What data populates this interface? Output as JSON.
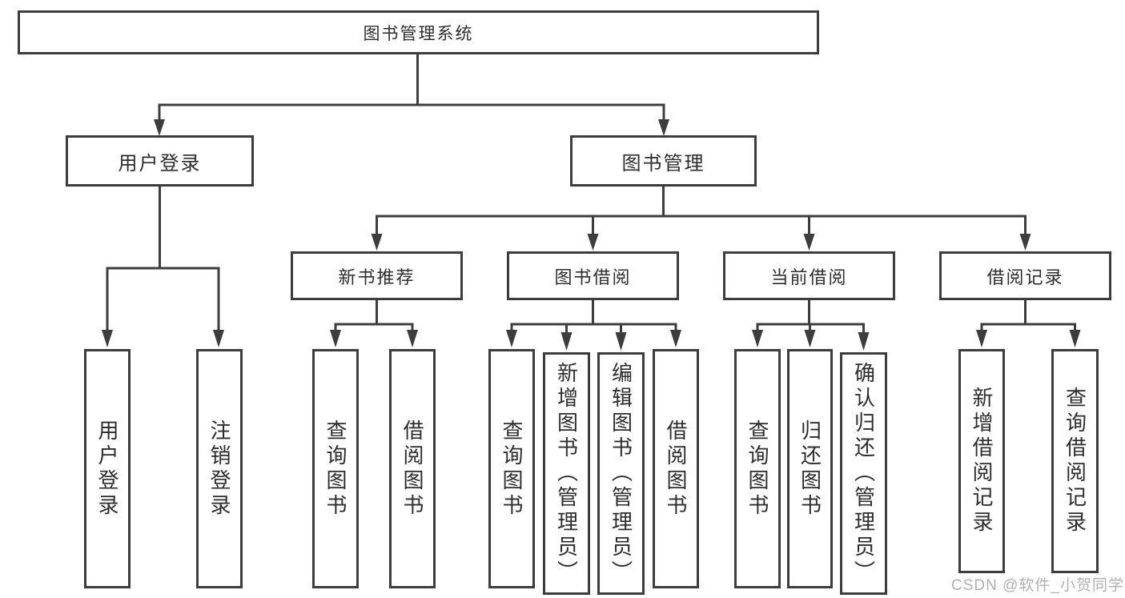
{
  "page": {
    "watermark": "CSDN @软件_小贺同学"
  },
  "colors": {
    "background": "#ffffff",
    "line": "#3d3d3d",
    "text": "#2d2d2d",
    "watermark": "#b0b0b0"
  },
  "tree": {
    "root": {
      "label": "图书管理系统"
    },
    "branches": [
      {
        "label": "用户登录",
        "leaves": [
          "用户登录",
          "注销登录"
        ]
      },
      {
        "label": "图书管理",
        "categories": [
          {
            "label": "新书推荐",
            "leaves": [
              "查询图书",
              "借阅图书"
            ]
          },
          {
            "label": "图书借阅",
            "leaves": [
              "查询图书",
              "新增图书（管理员）",
              "编辑图书（管理员）",
              "借阅图书"
            ]
          },
          {
            "label": "当前借阅",
            "leaves": [
              "查询图书",
              "归还图书",
              "确认归还（管理员）"
            ]
          },
          {
            "label": "借阅记录",
            "leaves": [
              "新增借阅记录",
              "查询借阅记录"
            ]
          }
        ]
      }
    ]
  }
}
